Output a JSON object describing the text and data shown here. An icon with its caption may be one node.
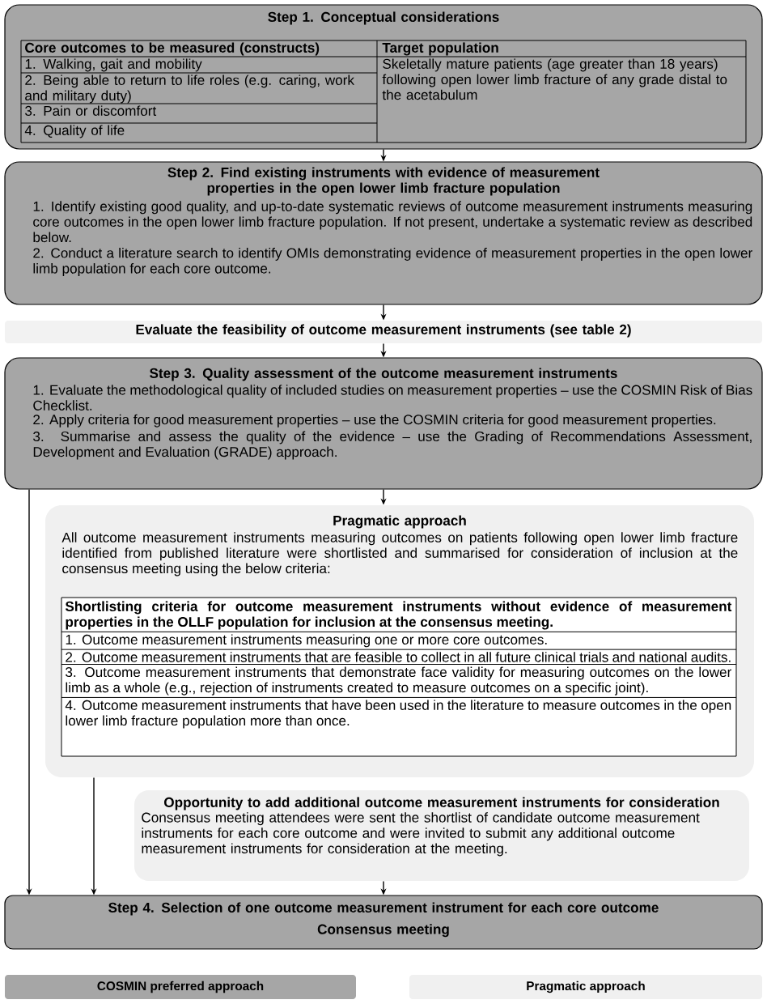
{
  "diagram": {
    "nodes": [
      {
        "text": [
          "Step 1. Conceptual considerations"
        ]
      },
      {
        "text": [
          "Step 2. Find existing instruments with evidence of measurement properties in the open lower limb fracture population",
          "1. Identify existing good quality, and up-to-date systematic reviews of outcome measurement instruments measuring core outcomes in the open lower limb fracture population. If not present, undertake a systematic review as described below.",
          "2. Conduct a literature search to identify OMIs demonstrating evidence of measurement properties in the open lower limb population for each core outcome."
        ]
      },
      {
        "text": [
          "Evaluate the feasibility of outcome measurement instruments (see table 2)"
        ]
      },
      {
        "text": [
          "Step 3. Quality assessment of the outcome measurement instruments",
          "1. Evaluate the methodological quality of included studies on measurement properties – use the COSMIN Risk of Bias Checklist.",
          "2. Apply criteria for good measurement properties – use the COSMIN criteria for good measurement properties.",
          "3. Summarise and assess the quality of the evidence – use the Grading of Recommendations Assessment, Development and Evaluation (GRADE) approach."
        ]
      },
      {
        "text": [
          "Pragmatic approach",
          "All outcome measurement instruments measuring outcomes on patients following open lower limb fracture identified from published literature were shortlisted and summarised for consideration of inclusion at the consensus meeting using the below criteria:"
        ]
      },
      {
        "text": [
          "Shortlisting criteria for outcome measurement instruments without evidence of measurement properties in the OLLF population for inclusion at the consensus meeting.",
          "1. Outcome measurement instruments measuring one or more core outcomes.",
          "2. Outcome measurement instruments that are feasible to collect in all future clinical trials and national audits.",
          "3. Outcome measurement instruments that demonstrate face validity for measuring outcomes on the lower limb as a whole (e.g., rejection of instruments created to measure outcomes on a specific joint).",
          "4. Outcome measurement instruments that have been used in the literature to measure outcomes in the open lower limb fracture population more than once."
        ],
        "in": 4
      },
      {
        "text": [
          "Opportunity to add additional outcome measurement instruments for consideration",
          "Consensus meeting attendees were sent the shortlist of candidate outcome measurement instruments for each core outcome and were invited to submit any additional outcome measurement instruments for consideration at the meeting."
        ]
      },
      {
        "text": [
          "Step 4. Selection of one outcome measurement instrument for each core outcome",
          "Consensus meeting"
        ]
      }
    ],
    "edges": [
      {
        "from": 0,
        "to": 1,
        "arrow": "to"
      },
      {
        "from": 1,
        "to": 2,
        "arrow": "to"
      },
      {
        "from": 2,
        "to": 3,
        "arrow": "to"
      },
      {
        "from": 3,
        "to": 4,
        "arrow": "to"
      },
      {
        "from": 3,
        "to": 7,
        "arrow": "to"
      },
      {
        "from": 4,
        "to": 7,
        "arrow": "to"
      },
      {
        "from": 6,
        "to": 7,
        "arrow": "to"
      }
    ],
    "labels": [
      "Core outcomes to be measured (constructs)",
      "Target population",
      "1. Walking, gait and mobility",
      "Skeletally mature patients (age greater than 18 years) following open lower limb fracture of any grade distal to the acetabulum",
      "2. Being able to return to life roles (e.g. caring, work and military duty)",
      "3. Pain or discomfort",
      "4. Quality of life"
    ],
    "legend": [
      {
        "text": "COSMIN preferred approach",
        "color": "#a6a6a6"
      },
      {
        "text": "Pragmatic approach",
        "color": "#f0f0f0"
      }
    ]
  }
}
